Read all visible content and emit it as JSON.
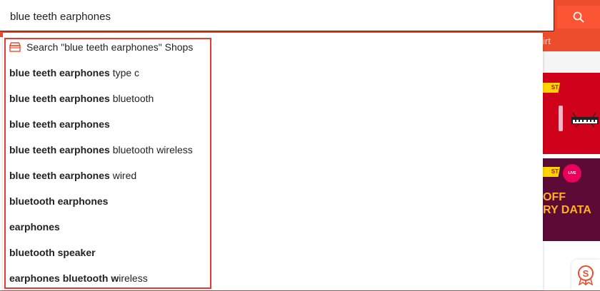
{
  "search": {
    "value": "blue teeth earphones",
    "placeholder": ""
  },
  "hint_text": "irt",
  "dropdown": {
    "shop_suggestion": "Search \"blue teeth earphones\" Shops",
    "suggestions": [
      {
        "bold": "blue teeth earphones",
        "rest": " type c"
      },
      {
        "bold": "blue teeth earphones",
        "rest": " bluetooth"
      },
      {
        "bold": "blue teeth earphones",
        "rest": ""
      },
      {
        "bold": "blue teeth earphones",
        "rest": " bluetooth wireless"
      },
      {
        "bold": "blue teeth earphones",
        "rest": " wired"
      },
      {
        "bold": "bluetooth earphones",
        "rest": ""
      },
      {
        "bold": "earphones",
        "rest": ""
      },
      {
        "bold": "bluetooth speaker",
        "rest": ""
      },
      {
        "bold": "earphones bluetooth w",
        "rest": "ireless"
      }
    ]
  },
  "promos": {
    "badge1": "ST",
    "badge2": "ST",
    "circle_badge": "LIVE",
    "promo_line1": "OFF",
    "promo_line2": "RY DATA"
  },
  "colors": {
    "brand": "#ee4d2d",
    "search_button": "#fb5533",
    "highlight_box": "#e53935"
  },
  "icons": {
    "search_button": "search-icon",
    "shop": "shop-icon",
    "shield": "shopee-guarantee-icon"
  }
}
